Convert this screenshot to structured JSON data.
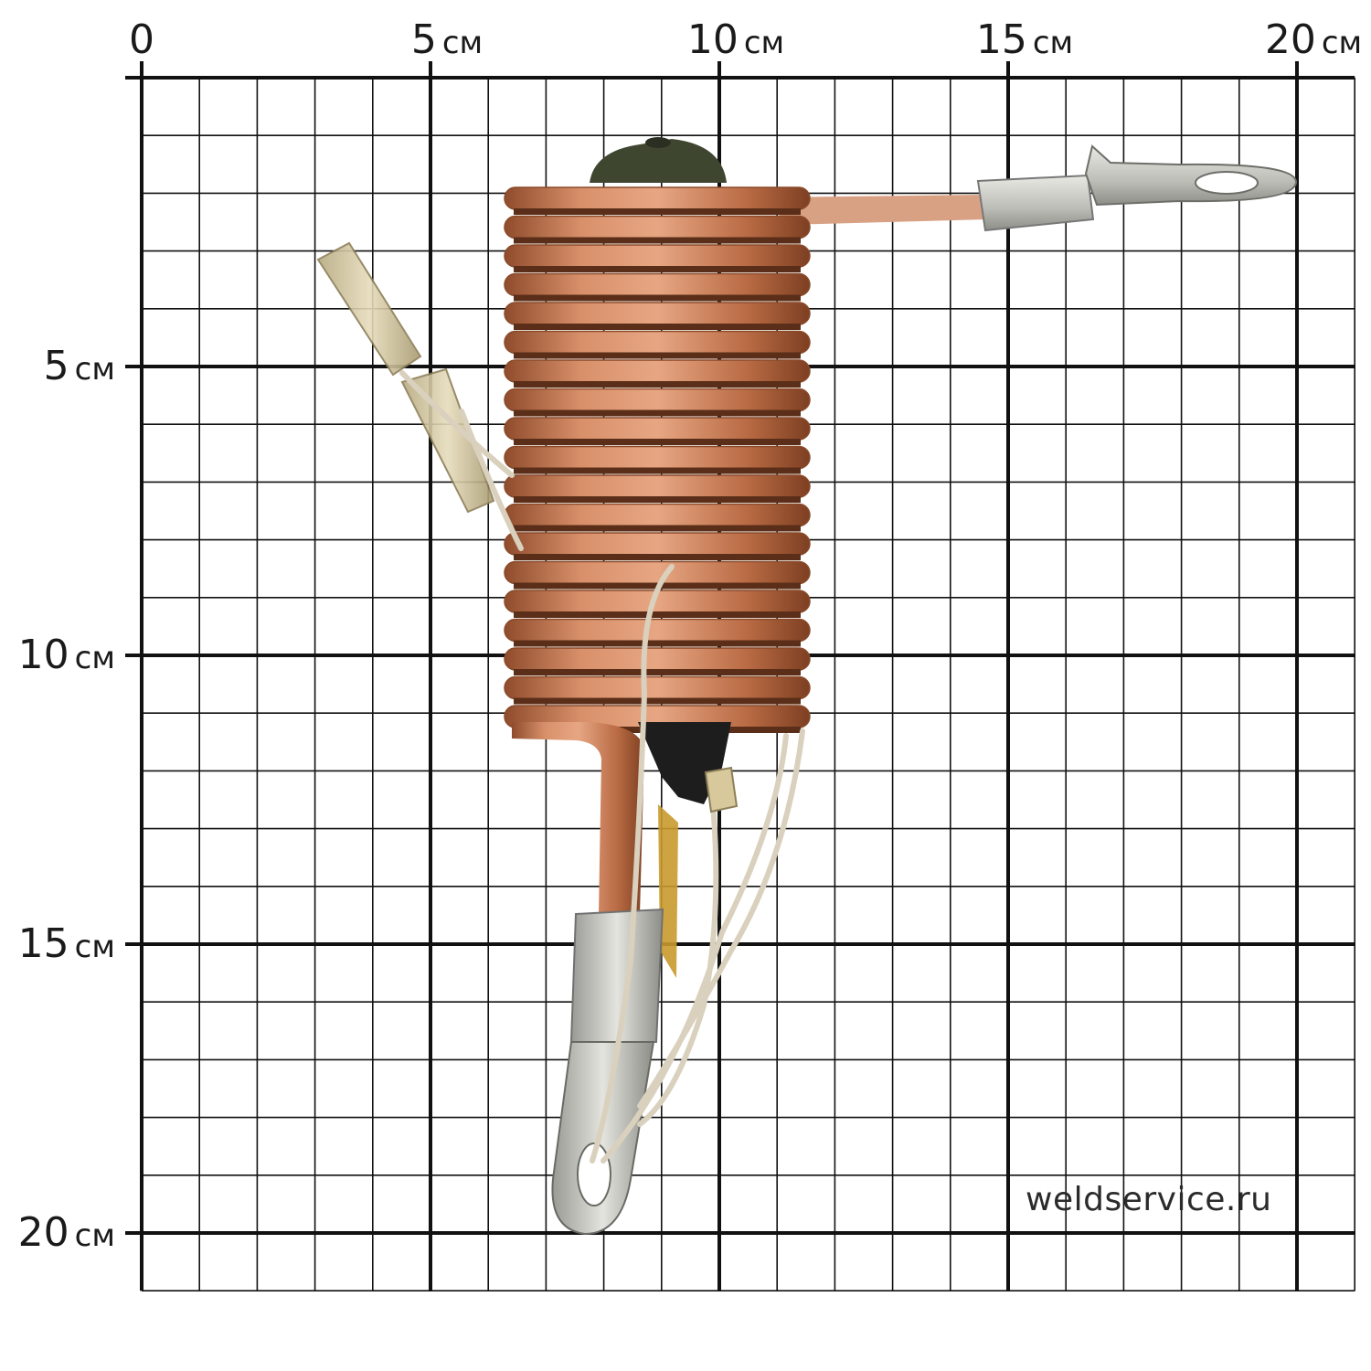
{
  "axis": {
    "unit": "см",
    "x_ticks": [
      {
        "value": "0",
        "show_unit": false
      },
      {
        "value": "5",
        "show_unit": true
      },
      {
        "value": "10",
        "show_unit": true
      },
      {
        "value": "15",
        "show_unit": true
      },
      {
        "value": "20",
        "show_unit": true
      }
    ],
    "y_ticks": [
      {
        "value": "5",
        "show_unit": true
      },
      {
        "value": "10",
        "show_unit": true
      },
      {
        "value": "15",
        "show_unit": true
      },
      {
        "value": "20",
        "show_unit": true
      }
    ]
  },
  "watermark": "weldservice.ru",
  "colors": {
    "grid": "#111111",
    "copper": "#c98156",
    "copper_dark": "#8a4a2a",
    "copper_light": "#e8a582",
    "tin": "#c9c9c4",
    "wire": "#ddd6c4",
    "sleeve": "#d9cfae"
  }
}
